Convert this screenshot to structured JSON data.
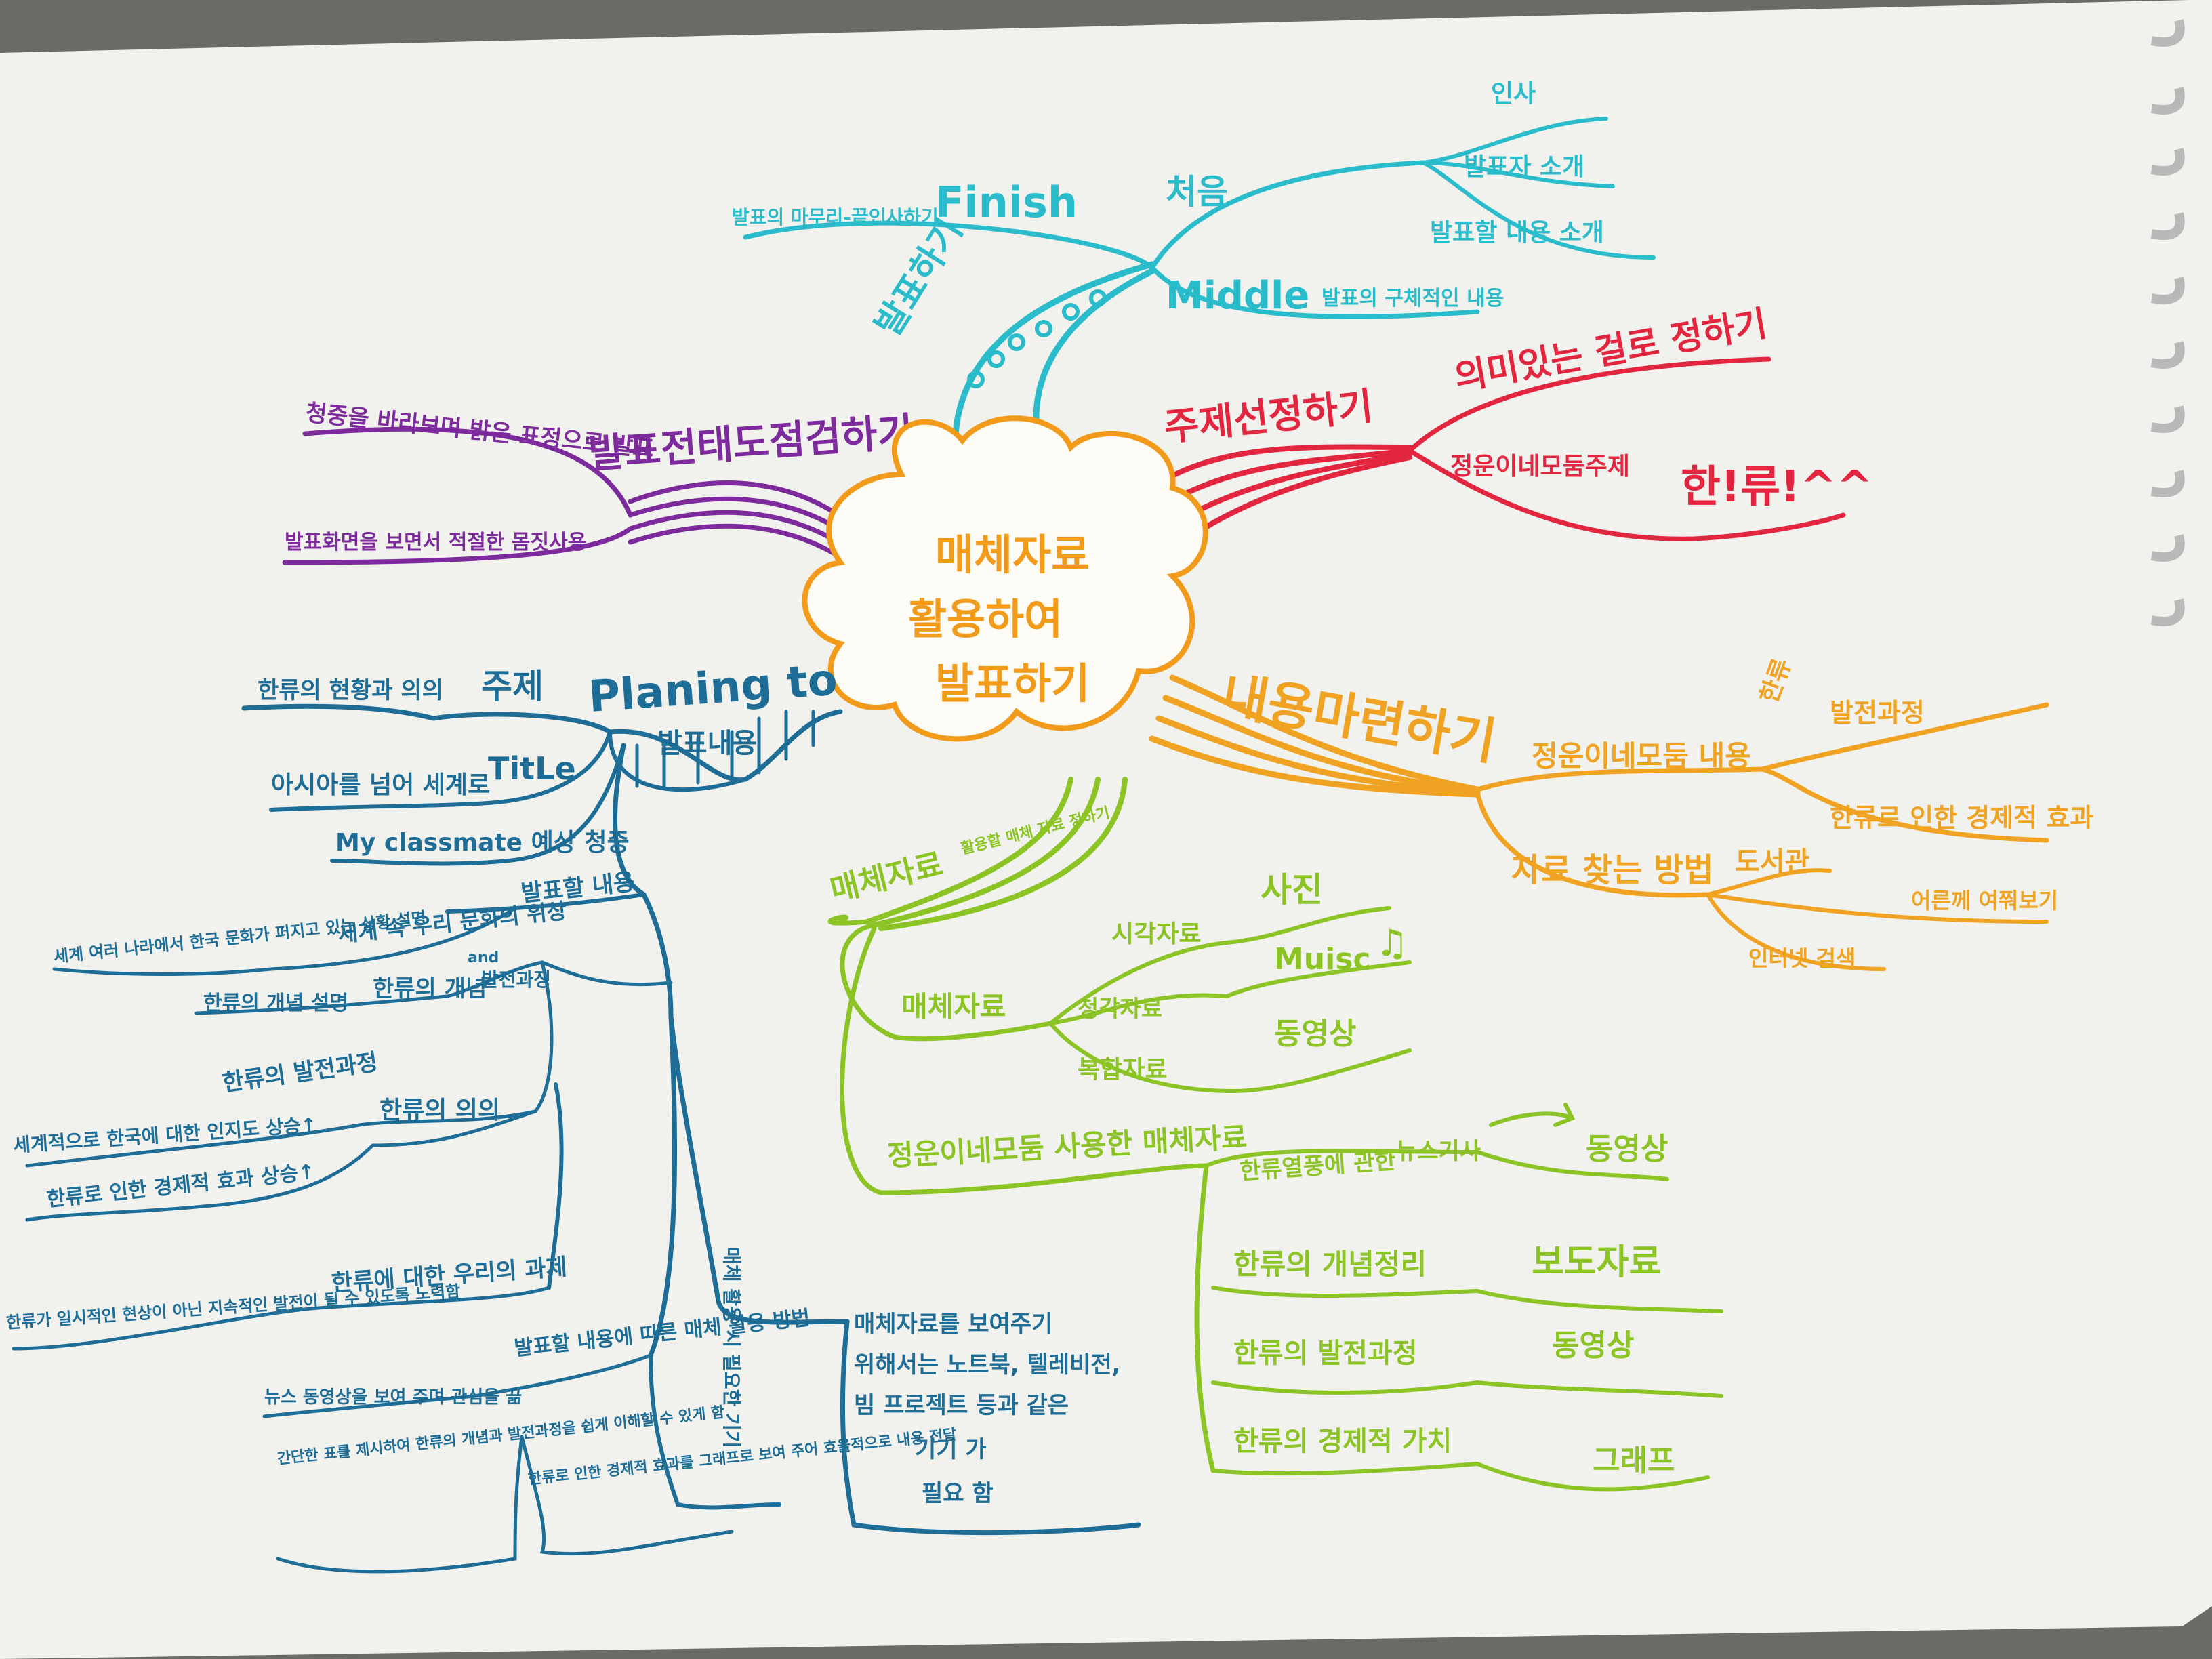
{
  "center": {
    "lines": [
      "매체자료",
      "활용하여",
      "발표하기"
    ],
    "color": "#f29a1a"
  },
  "colors": {
    "purple": "#7d2a9c",
    "cyan": "#2bbccb",
    "red": "#e3263f",
    "orange": "#f0a322",
    "yellow": "#e8b21d",
    "green": "#8bc424",
    "blue": "#1e6d96",
    "lime": "#a2cf2f"
  },
  "branches": {
    "purple": {
      "title": "발표전태도점검하기",
      "sub1": "청중을 바라보며 밝은 표정으로 발표",
      "sub2": "발표화면을 보면서 적절한 몸짓사용"
    },
    "cyan": {
      "title": "발표하기",
      "finish": "Finish",
      "finish_note": "발표의 마무리-끝인사하기",
      "cheoeum": "처음",
      "insa": "인사",
      "self_intro": "발표자 소개",
      "content_intro": "발표할 내용 소개",
      "middle": "Middle",
      "middle_note": "발표의 구체적인 내용"
    },
    "red": {
      "title": "주제선정하기",
      "sub1": "의미있는 걸로 정하기",
      "sub2": "정운이네모둠주제",
      "sub3": "한!류!^^"
    },
    "orange": {
      "title": "내용마련하기",
      "group": "정운이네모둠 내용",
      "hallyu": "한류",
      "dev": "발전과정",
      "econ": "한류로 인한 경제적 효과",
      "find": "자료 찾는 방법",
      "library": "도서관",
      "ask": "어른께 여쭤보기",
      "internet": "인터넷 검색"
    },
    "green": {
      "title": "매체자료",
      "title_note": "활용할 매체 자료 정하기",
      "media": "매체자료",
      "visual": "시각자료",
      "photo": "사진",
      "audio": "청각자료",
      "music": "Muisc",
      "mixed": "복합자료",
      "video": "동영상",
      "team": "정운이네모둠 사용한 매체자료",
      "news_a": "한류열풍에 관한",
      "news_b": "뉴스기사",
      "news_video": "동영상",
      "concept": "한류의 개념정리",
      "concept_media": "보도자료",
      "process": "한류의 발전과정",
      "process_media": "동영상",
      "value": "한류의 경제적 가치",
      "value_media": "그래프"
    },
    "blue": {
      "title": "Planing to",
      "title2": "발표내용",
      "topic_label": "주제",
      "topic": "한류의 현황과 의의",
      "title_label": "TitLe",
      "title_value": "아시아를 넘어 세계로",
      "audience": "My classmate 예상 청중",
      "content": "발표할 내용",
      "c1": "세계 속 우리 문화의 위상",
      "c1_note": "세계 여러 나라에서 한국 문화가 퍼지고 있는 상황 설명",
      "c2": "한류의 개념",
      "c2_and": "and",
      "c2_b": "발전과정",
      "c2_note": "한류의 개념 설명",
      "c3": "한류의 발전과정",
      "c4": "한류의 의의",
      "c4_note1": "세계적으로 한국에 대한 인지도 상승↑",
      "c4_note2": "한류로 인한 경제적 효과 상승↑",
      "c5": "한류에 대한 우리의 과제",
      "c5_note": "한류가 일시적인 현상이 아닌 지속적인 발전이 될 수 있도록 노력함",
      "method": "발표할 내용에 따른 매체 활용 방법",
      "m1": "뉴스 동영상을 보여 주며 관심을 끎",
      "m2": "간단한 표를 제시하여 한류의 개념과 발전과정을 쉽게 이해할 수 있게 함",
      "m3": "한류로 인한 경제적 효과를 그래프로 보여 주어 효율적으로 내용 전달",
      "need": "매체 활용 시 필요한 기기",
      "need_note1": "매체자료를 보여주기",
      "need_note2": "위해서는 노트북, 텔레비전,",
      "need_note3": "빔 프로젝트 등과 같은",
      "need_note4": "기기 가",
      "need_note5": "필요 함"
    }
  }
}
